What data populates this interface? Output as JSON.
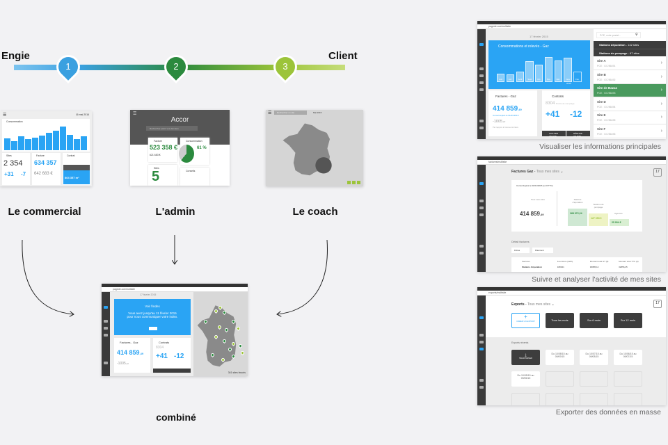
{
  "timeline": {
    "start_label": "Engie",
    "end_label": "Client",
    "steps": [
      {
        "num": "1",
        "color": "#3aa0e0"
      },
      {
        "num": "2",
        "color": "#2b8a3e"
      },
      {
        "num": "3",
        "color": "#9cc43a"
      }
    ]
  },
  "personas": [
    {
      "label": "Le commercial",
      "date": "16 mai 2016",
      "chart_title": "Consommation",
      "bars": [
        60,
        45,
        70,
        55,
        62,
        72,
        85,
        95,
        115,
        75,
        55,
        68
      ],
      "sites_title": "Sites",
      "sites_value": "2 354",
      "plus": "+31",
      "minus": "-7",
      "facture_title": "Facture",
      "facture_value": "634 357",
      "facture_prev": "642 683 €",
      "contrat_title": "Contrat",
      "contrat_value": "864 357 m³"
    },
    {
      "label": "L'admin",
      "brand": "Accor",
      "search": "Rechercher parmi vos données",
      "facture_title": "Facture",
      "facture_value": "523 358 €",
      "facture_prev": "621 683 €",
      "conso_title": "Consommation",
      "conso_value": "61 %",
      "sites_title": "Sites",
      "sites_value": "5",
      "conseils_title": "Conseils"
    },
    {
      "label": "Le coach",
      "search": "Rechercher un site",
      "date": "Mai 2015"
    }
  ],
  "combined": {
    "label": "combiné",
    "url": "pagede.coe/multisite",
    "date": "17 février 2015",
    "banner_title": "Voir l'index",
    "banner_text": "Vous avez jusqu'au 11 février 2015 pour nous communiquer votre index.",
    "factures_title": "Factures - Gaz",
    "factures_value": "414 859",
    "factures_cents": ",49",
    "delta": "-1005",
    "delta_cents": ",22",
    "contrats_title": "Contrats",
    "contrats_count": "8304",
    "plus": "+41",
    "minus": "-12",
    "sites_count": "341 sites favoris"
  },
  "screens": [
    {
      "caption": "Visualiser les informations principales",
      "url": "pagede.coe/multisite",
      "date": "17 février 2015",
      "chart_title": "Consommations et relevés - Gaz",
      "months": [
        "Juin",
        "Juil",
        "Août",
        "Sept",
        "Oct",
        "Nov",
        "Déc",
        "Janv",
        "Fév"
      ],
      "bars": [
        25,
        22,
        30,
        60,
        50,
        72,
        62,
        70,
        30
      ],
      "year": "2015",
      "factures_title": "Factures - Gaz",
      "factures_value": "414 859",
      "factures_cents": ",49",
      "factures_sub": "Cumul depuis le 01/01/2015",
      "delta": "-1005",
      "delta_cents": ",22",
      "delta_sub": "Par rapport à l'année dernière",
      "contrats_title": "Contrats",
      "contrats_count": "8304",
      "contrats_sub": "Points de comptage",
      "plus": "+41",
      "minus": "-12",
      "add_btn": "AJOUTER UN SITE",
      "remove_btn": "RÉSILIER UN SITE",
      "search_placeholder": "PCE, code postal...",
      "groups": [
        {
          "name": "Stations dépuration",
          "count": "142 sites"
        },
        {
          "name": "Stations de pompage",
          "count": "67 sites"
        }
      ],
      "sites": [
        {
          "name": "Site A",
          "pce": "PCE : GI 256491"
        },
        {
          "name": "Site B",
          "pce": "PCE : GI 256492"
        },
        {
          "name": "Site de Bazas",
          "pce": "PCE : GI 256493"
        },
        {
          "name": "Site D",
          "pce": "PCE : GI 256494"
        },
        {
          "name": "Site E",
          "pce": "PCE : GI 256495"
        },
        {
          "name": "Site F",
          "pce": "PCE : GI 256496"
        }
      ]
    },
    {
      "caption": "Suivre et analyser l'activité de mes sites",
      "url": "factures/multisite",
      "title": "Factures Gaz",
      "scope": "Tous mes sites",
      "cal_day": "17",
      "cumul": "Cumul depuis le 01/01/2015 (en € TTC)",
      "all_sites": "Tous mes sites",
      "total": "414 859",
      "total_cents": ",49",
      "blocks": [
        {
          "name": "Stations d'épuration",
          "value": "268 972,24",
          "color": "#cfe8d3"
        },
        {
          "name": "Stations de pompage",
          "value": "127 053 €",
          "color": "#eef3c4"
        },
        {
          "name": "Agences",
          "value": "25 934 €",
          "color": "#d9efd2"
        }
      ],
      "detail_title": "Détail factures",
      "filter1": "Filtres",
      "filter2": "Paiement",
      "table_headers": [
        "Factures",
        "Fourniture (kWh)",
        "Montant total HT (€)",
        "Montant total TTC (€)"
      ],
      "table_rows": [
        [
          "Stations d'épuration",
          "180321",
          "30085,12",
          "32656,25"
        ]
      ]
    },
    {
      "caption": "Exporter des données en masse",
      "url": "exports/multisite",
      "title": "Exports",
      "scope": "Tous mes sites",
      "cal_day": "17",
      "create_btn": "CRÉER UN EXPORT",
      "presets": [
        "Tous les mois",
        "Sur 6 mois",
        "Sur 12 mois"
      ],
      "recent_title": "Exports récents",
      "download_btn": "TÉLÉCHARGER",
      "exports": [
        "Du 10/08/15 au 09/09/15",
        "Du 10/07/15 au 09/08/15",
        "Du 10/06/15 au 09/07/15",
        "Du 10/05/15 au 09/06/15"
      ]
    }
  ]
}
